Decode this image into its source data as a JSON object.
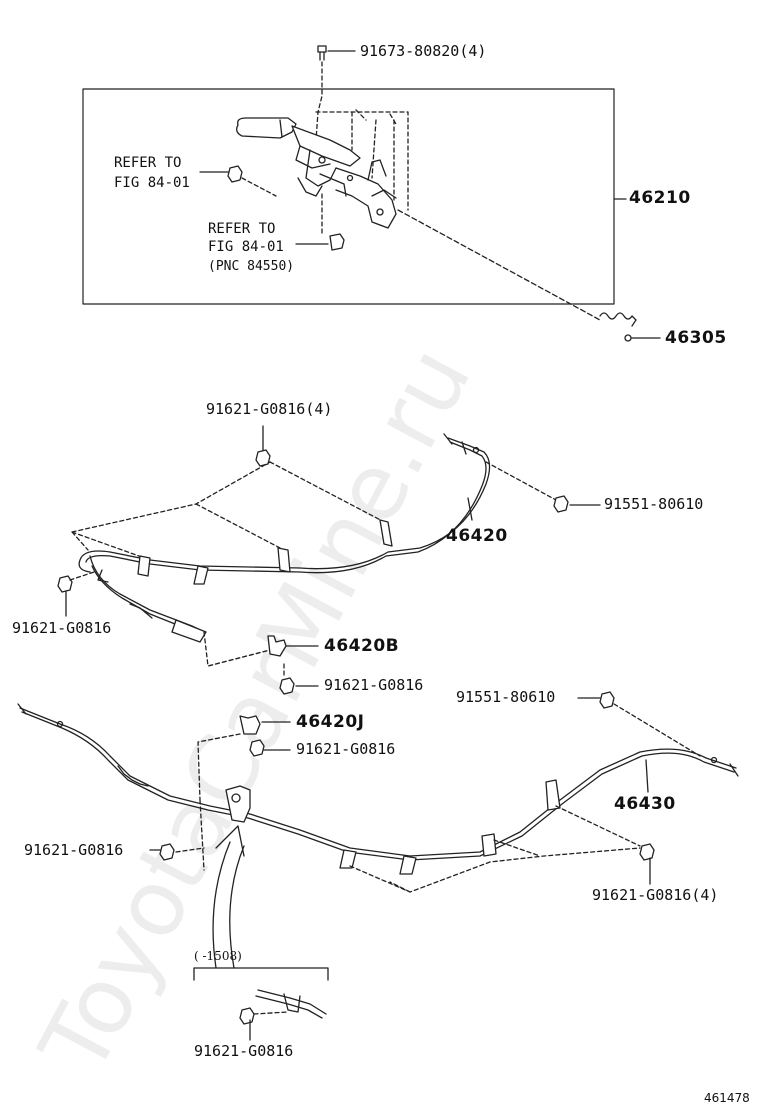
{
  "watermark": "ToyotaCarMine.ru",
  "labels": {
    "p91673": "91673-80820(4)",
    "refer1a": "REFER TO",
    "refer1b": "FIG 84-01",
    "refer2a": "REFER TO",
    "refer2b": "FIG 84-01",
    "pnc": "(PNC 84550)",
    "p46210": "46210",
    "p46305": "46305",
    "p91621_top": "91621-G0816(4)",
    "p91551_a": "91551-80610",
    "p46420": "46420",
    "p91621_left": "91621-G0816",
    "p46420B": "46420B",
    "p91621_b": "91621-G0816",
    "p91551_b": "91551-80610",
    "p46420J": "46420J",
    "p91621_j": "91621-G0816",
    "p46430": "46430",
    "p91621_mid": "91621-G0816",
    "p91621_r4": "91621-G0816(4)",
    "range": "(     -1508)",
    "p91621_bottom": "91621-G0816",
    "fig_no": "461478"
  }
}
